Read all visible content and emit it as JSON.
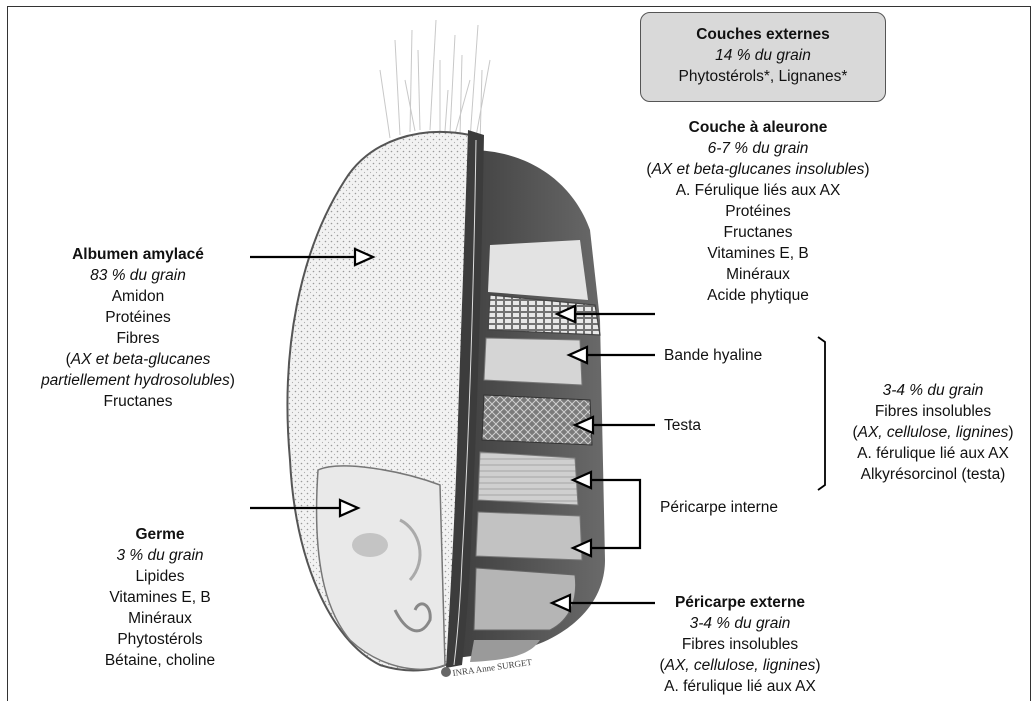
{
  "outer_layers": {
    "title": "Couches externes",
    "subtitle": "14 % du grain",
    "line": "Phytostérols*, Lignanes*"
  },
  "aleurone": {
    "title": "Couche à aleurone",
    "subtitle": "6-7 % du grain",
    "l1_open": "(",
    "l1_italic": "AX et beta-glucanes insolubles",
    "l1_close": ")",
    "items": [
      "A. Férulique liés aux AX",
      "Protéines",
      "Fructanes",
      "Vitamines E, B",
      "Minéraux",
      "Acide phytique"
    ]
  },
  "endosperm": {
    "title": "Albumen amylacé",
    "subtitle": "83 % du grain",
    "items": [
      "Amidon",
      "Protéines",
      "Fibres"
    ],
    "l1_open": "(",
    "l1_italic": "AX et beta-glucanes",
    "l2_italic": "partiellement hydrosolubles",
    "l2_close": ")",
    "last": "Fructanes"
  },
  "germ": {
    "title": "Germe",
    "subtitle": "3 % du grain",
    "items": [
      "Lipides",
      "Vitamines E, B",
      "Minéraux",
      "Phytostérols",
      "Bétaine, choline"
    ]
  },
  "layers": {
    "hyaline": "Bande hyaline",
    "testa": "Testa",
    "inner_pericarp": "Péricarpe interne"
  },
  "bracket_group": {
    "subtitle": "3-4 % du grain",
    "line1": "Fibres insolubles",
    "l2_open": "(",
    "l2_italic": "AX, cellulose, lignines",
    "l2_close": ")",
    "line3": "A. férulique lié aux AX",
    "line4": "Alkyrésorcinol (testa)"
  },
  "outer_pericarp": {
    "title": "Péricarpe externe",
    "subtitle": "3-4 % du grain",
    "line1": "Fibres insolubles",
    "l2_open": "(",
    "l2_italic": "AX, cellulose, lignines",
    "l2_close": ")",
    "line3": "A. férulique lié aux AX"
  },
  "credit": "INRA  Anne SURGET"
}
